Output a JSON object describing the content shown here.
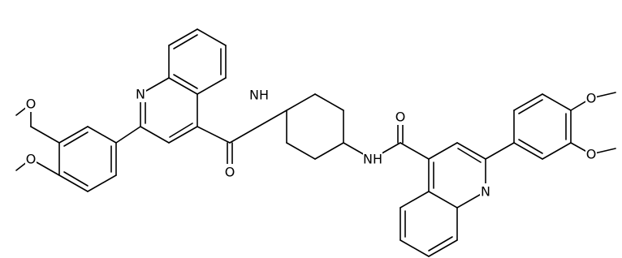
{
  "structure": {
    "atom_labels": {
      "n_left": "N",
      "n_right": "N",
      "nh_left": "NH",
      "nh_right": "NH",
      "o_amide_left": "O",
      "o_amide_right": "O",
      "o_methoxy_1": "O",
      "o_methoxy_2": "O",
      "o_methoxy_3": "O",
      "o_methoxy_4": "O"
    }
  }
}
